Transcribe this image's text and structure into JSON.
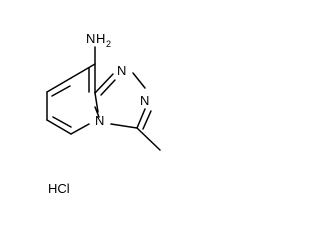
{
  "molecule": {
    "amine_group": "NH2",
    "amine_N": "N",
    "amine_H": "H",
    "amine_sub": "2",
    "ring_N_1": "N",
    "ring_N_2": "N",
    "ring_N_bridge": "N",
    "salt": "HCl"
  }
}
